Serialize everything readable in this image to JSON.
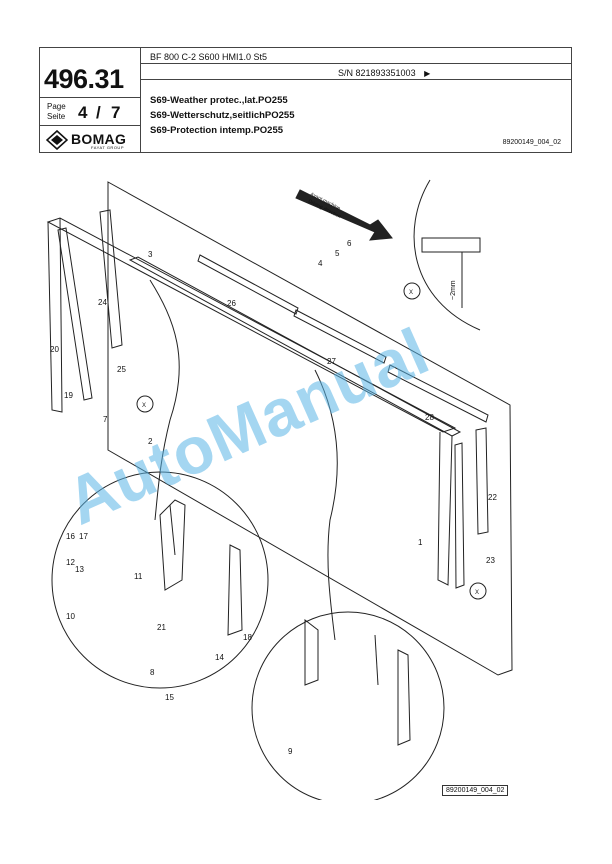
{
  "header": {
    "page_number": "496.31",
    "page_label_de": "Page",
    "page_label_en": "Seite",
    "page_current": "4",
    "page_sep": "/",
    "page_total": "7",
    "model": "BF 800 C-2 S600 HMI1.0 St5",
    "serial": "S/N 821893351003",
    "serial_arrow": "▶",
    "titles": [
      "S69-Weather protec.,lat.PO255",
      "S69-Wetterschutz,seitlichPO255",
      "S69-Protection intemp.PO255"
    ],
    "doc_ref": "89200149_004_02"
  },
  "logo": {
    "brand": "BOMAG",
    "sub": "FAYAT GROUP"
  },
  "drawing": {
    "direction_label_1": "Avant machine",
    "direction_label_2": "Driving direction",
    "detail_label": "~2mm",
    "detail_marker": "X",
    "callouts": [
      "1",
      "2",
      "3",
      "4",
      "5",
      "6",
      "7",
      "8",
      "9",
      "10",
      "11",
      "12",
      "13",
      "14",
      "15",
      "16",
      "17",
      "18",
      "19",
      "20",
      "21",
      "22",
      "23",
      "24",
      "25",
      "26",
      "27",
      "28"
    ],
    "figure_ref": "89200149_004_02"
  },
  "watermark": "AutoManual"
}
